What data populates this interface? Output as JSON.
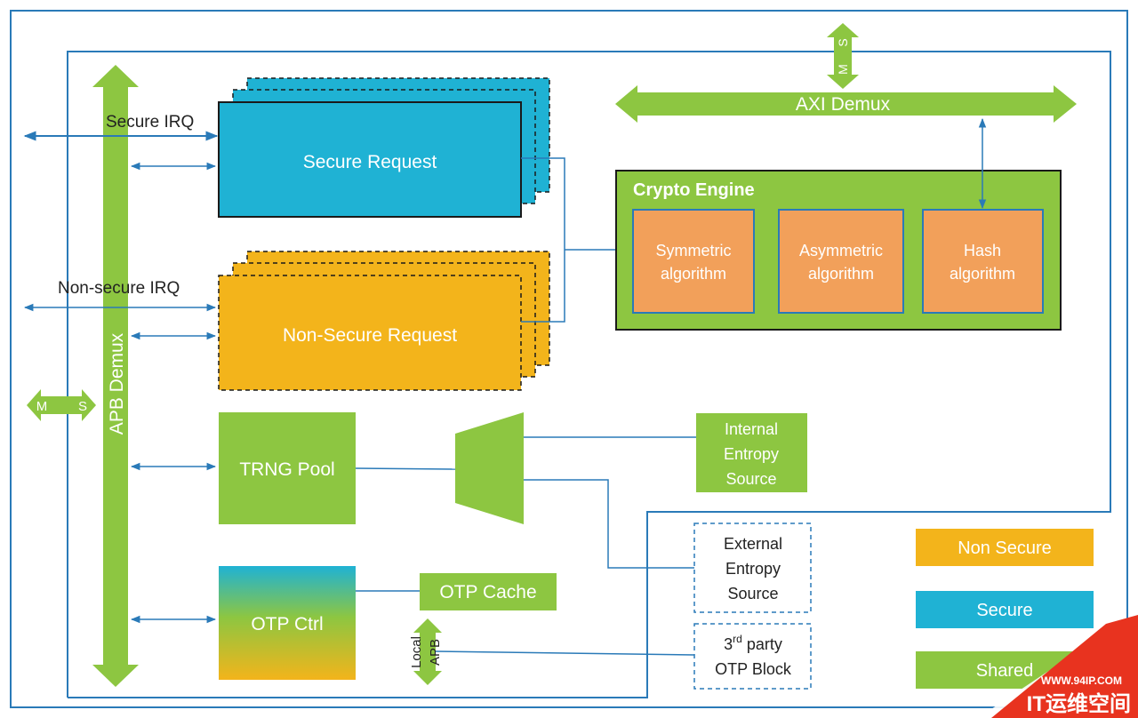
{
  "labels": {
    "secure_irq": "Secure IRQ",
    "non_secure_irq": "Non-secure IRQ",
    "apb_demux": "APB Demux",
    "axi_demux": "AXI Demux",
    "secure_request": "Secure Request",
    "non_secure_request": "Non-Secure Request",
    "crypto_engine": "Crypto Engine",
    "symmetric": [
      "Symmetric",
      "algorithm"
    ],
    "asymmetric": [
      "Asymmetric",
      "algorithm"
    ],
    "hash": [
      "Hash",
      "algorithm"
    ],
    "trng_pool": "TRNG Pool",
    "internal_entropy": [
      "Internal",
      "Entropy",
      "Source"
    ],
    "external_entropy": [
      "External",
      "Entropy",
      "Source"
    ],
    "otp_ctrl": "OTP Ctrl",
    "otp_cache": "OTP Cache",
    "local_apb": [
      "Local",
      "APB"
    ],
    "third_party": {
      "num": "3",
      "sup": "rd",
      "rest": " party",
      "line2": "OTP Block"
    },
    "m": "M",
    "s": "S"
  },
  "legend": {
    "non_secure": "Non Secure",
    "secure": "Secure",
    "shared": "Shared"
  },
  "watermark": {
    "url": "WWW.94IP.COM",
    "text": "IT运维空间"
  },
  "colors": {
    "frame": "#2a7ab8",
    "green": "#8dc641",
    "cyan": "#1fb2d4",
    "orange_yellow": "#f3b41b",
    "salmon": "#f2a05a",
    "watermark_red": "#e8331f"
  }
}
